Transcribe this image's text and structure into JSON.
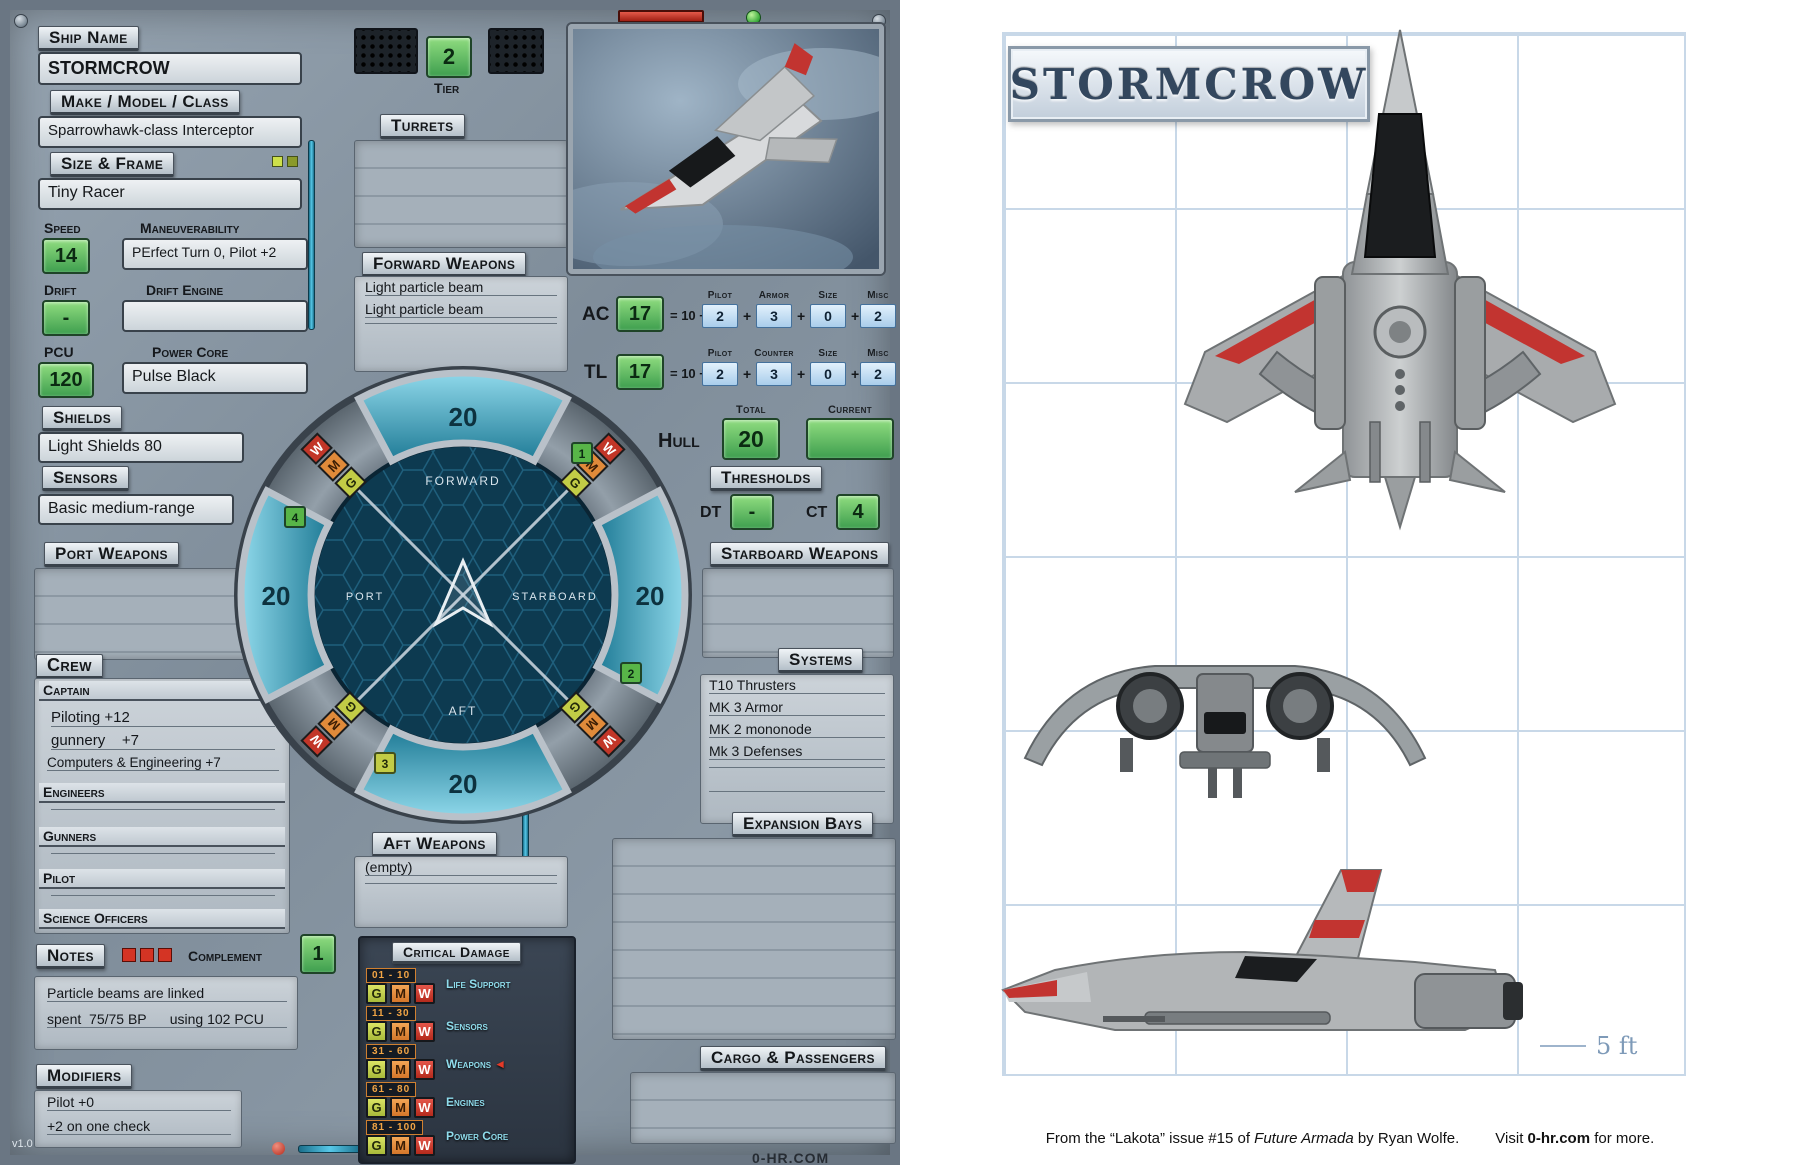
{
  "sheet": {
    "version": "v1.0",
    "site": "0-HR.COM",
    "plus": "+",
    "fields": {
      "ship_name": {
        "label": "Ship Name",
        "value": "STORMCROW"
      },
      "make": {
        "label": "Make / Model / Class",
        "value": "Sparrowhawk-class Interceptor"
      },
      "size_frame": {
        "label": "Size & Frame",
        "value": "Tiny Racer"
      },
      "speed": {
        "label": "Speed",
        "value": "14"
      },
      "maneuverability": {
        "label": "Maneuverability",
        "value": "PErfect Turn 0, Pilot +2"
      },
      "drift": {
        "label": "Drift",
        "value": "-"
      },
      "drift_engine": {
        "label": "Drift Engine",
        "value": ""
      },
      "pcu": {
        "label": "PCU",
        "value": "120"
      },
      "power_core": {
        "label": "Power Core",
        "value": "Pulse Black"
      },
      "shields": {
        "label": "Shields",
        "value": "Light Shields 80"
      },
      "sensors": {
        "label": "Sensors",
        "value": "Basic medium-range"
      }
    },
    "tier": {
      "label": "Tier",
      "value": "2"
    },
    "turrets": {
      "label": "Turrets"
    },
    "forward_weapons": {
      "label": "Forward Weapons",
      "items": [
        "Light particle beam",
        "Light particle beam"
      ]
    },
    "aft_weapons": {
      "label": "Aft Weapons",
      "value": "(empty)"
    },
    "port_weapons": {
      "label": "Port Weapons"
    },
    "starboard_weapons": {
      "label": "Starboard Weapons"
    },
    "defense": {
      "ac": {
        "label": "AC",
        "value": "17",
        "base": "= 10 +",
        "comp": [
          {
            "l": "Pilot",
            "v": "2"
          },
          {
            "l": "Armor",
            "v": "3"
          },
          {
            "l": "Size",
            "v": "0"
          },
          {
            "l": "Misc",
            "v": "2"
          }
        ]
      },
      "tl": {
        "label": "TL",
        "value": "17",
        "base": "= 10 +",
        "comp": [
          {
            "l": "Pilot",
            "v": "2"
          },
          {
            "l": "Counter",
            "v": "3"
          },
          {
            "l": "Size",
            "v": "0"
          },
          {
            "l": "Misc",
            "v": "2"
          }
        ]
      }
    },
    "hull": {
      "label": "Hull",
      "total_label": "Total",
      "total": "20",
      "current_label": "Current",
      "current": ""
    },
    "thresholds": {
      "label": "Thresholds",
      "dt_label": "DT",
      "dt": "-",
      "ct_label": "CT",
      "ct": "4"
    },
    "systems": {
      "label": "Systems",
      "items": [
        "T10 Thrusters",
        "MK 3 Armor",
        "MK 2 mononode",
        "Mk 3 Defenses"
      ]
    },
    "expansion_bays": {
      "label": "Expansion Bays"
    },
    "cargo": {
      "label": "Cargo & Passengers"
    },
    "crew": {
      "label": "Crew",
      "captain_label": "Captain",
      "captain_lines": [
        "Piloting +12",
        "gunnery    +7",
        "Computers & Engineering +7"
      ],
      "roles": [
        "Engineers",
        "Gunners",
        "Pilot",
        "Science Officers"
      ]
    },
    "notes": {
      "label": "Notes",
      "complement_label": "Complement",
      "complement": "1",
      "line1": "Particle beams are linked",
      "line2": "spent  75/75 BP      using 102 PCU"
    },
    "modifiers": {
      "label": "Modifiers",
      "line1": "Pilot +0",
      "line2": "+2 on one check"
    },
    "critical": {
      "label": "Critical Damage",
      "letters": [
        "G",
        "M",
        "W"
      ],
      "arrow": "◄",
      "rows": [
        {
          "range": "01 - 10",
          "system": "Life Support"
        },
        {
          "range": "11 - 30",
          "system": "Sensors"
        },
        {
          "range": "31 - 60",
          "system": "Weapons"
        },
        {
          "range": "61 - 80",
          "system": "Engines"
        },
        {
          "range": "81 - 100",
          "system": "Power Core"
        }
      ]
    },
    "shield": {
      "forward_label": "FORWARD",
      "forward_value": "20",
      "port_label": "PORT",
      "port_value": "20",
      "starboard_label": "STARBOARD",
      "starboard_value": "20",
      "aft_label": "AFT",
      "aft_value": "20",
      "seg1": "1",
      "seg2": "2",
      "seg3": "3",
      "seg4": "4",
      "letters": [
        "G",
        "M",
        "W"
      ]
    }
  },
  "blueprint": {
    "title": "STORMCROW",
    "scale": "5 ft",
    "footer_plain1": "From the “Lakota” issue #15 of ",
    "footer_italic": "Future Armada",
    "footer_by": " by ",
    "footer_author": "Ryan Wolfe.",
    "footer_visit": "Visit ",
    "footer_site": "0-hr.com",
    "footer_end": " for more."
  }
}
